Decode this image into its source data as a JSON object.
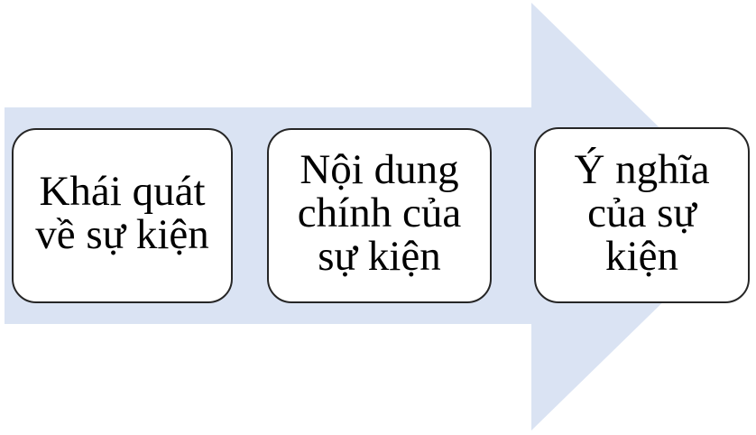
{
  "diagram": {
    "arrow": {
      "shape": "right-arrow",
      "fill_color": "#dae3f3"
    },
    "box_style": {
      "fill_color": "#ffffff",
      "border_color": "#262626",
      "text_color": "#000000"
    },
    "steps": [
      {
        "label": "Khái quát\nvề sự kiện"
      },
      {
        "label": "Nội dung\nchính của\nsự kiện"
      },
      {
        "label": "Ý nghĩa\ncủa sự\nkiện"
      }
    ]
  }
}
